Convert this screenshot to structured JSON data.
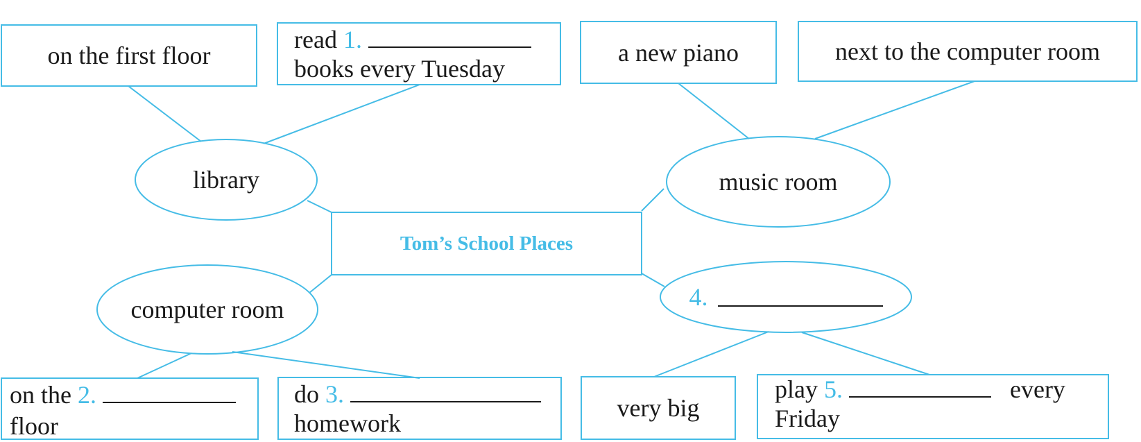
{
  "colors": {
    "accent": "#45bce6",
    "text": "#1a1a1a"
  },
  "center": {
    "title": "Tom’s School Places"
  },
  "nodes": {
    "library": "library",
    "music_room": "music room",
    "computer_room": "computer room",
    "unknown_place": {
      "number": "4."
    }
  },
  "boxes": {
    "library_floor": "on the first floor",
    "library_activity": {
      "before": "read",
      "number": "1.",
      "after": "books every Tuesday"
    },
    "music_item": "a new piano",
    "music_location": "next to the computer room",
    "computer_floor": {
      "before": "on the",
      "number": "2.",
      "after": "floor"
    },
    "computer_activity": {
      "before": "do",
      "number": "3.",
      "after": "homework"
    },
    "place4_size": "very big",
    "place4_activity": {
      "before": "play",
      "number": "5.",
      "middle": "every",
      "after": "Friday"
    }
  }
}
